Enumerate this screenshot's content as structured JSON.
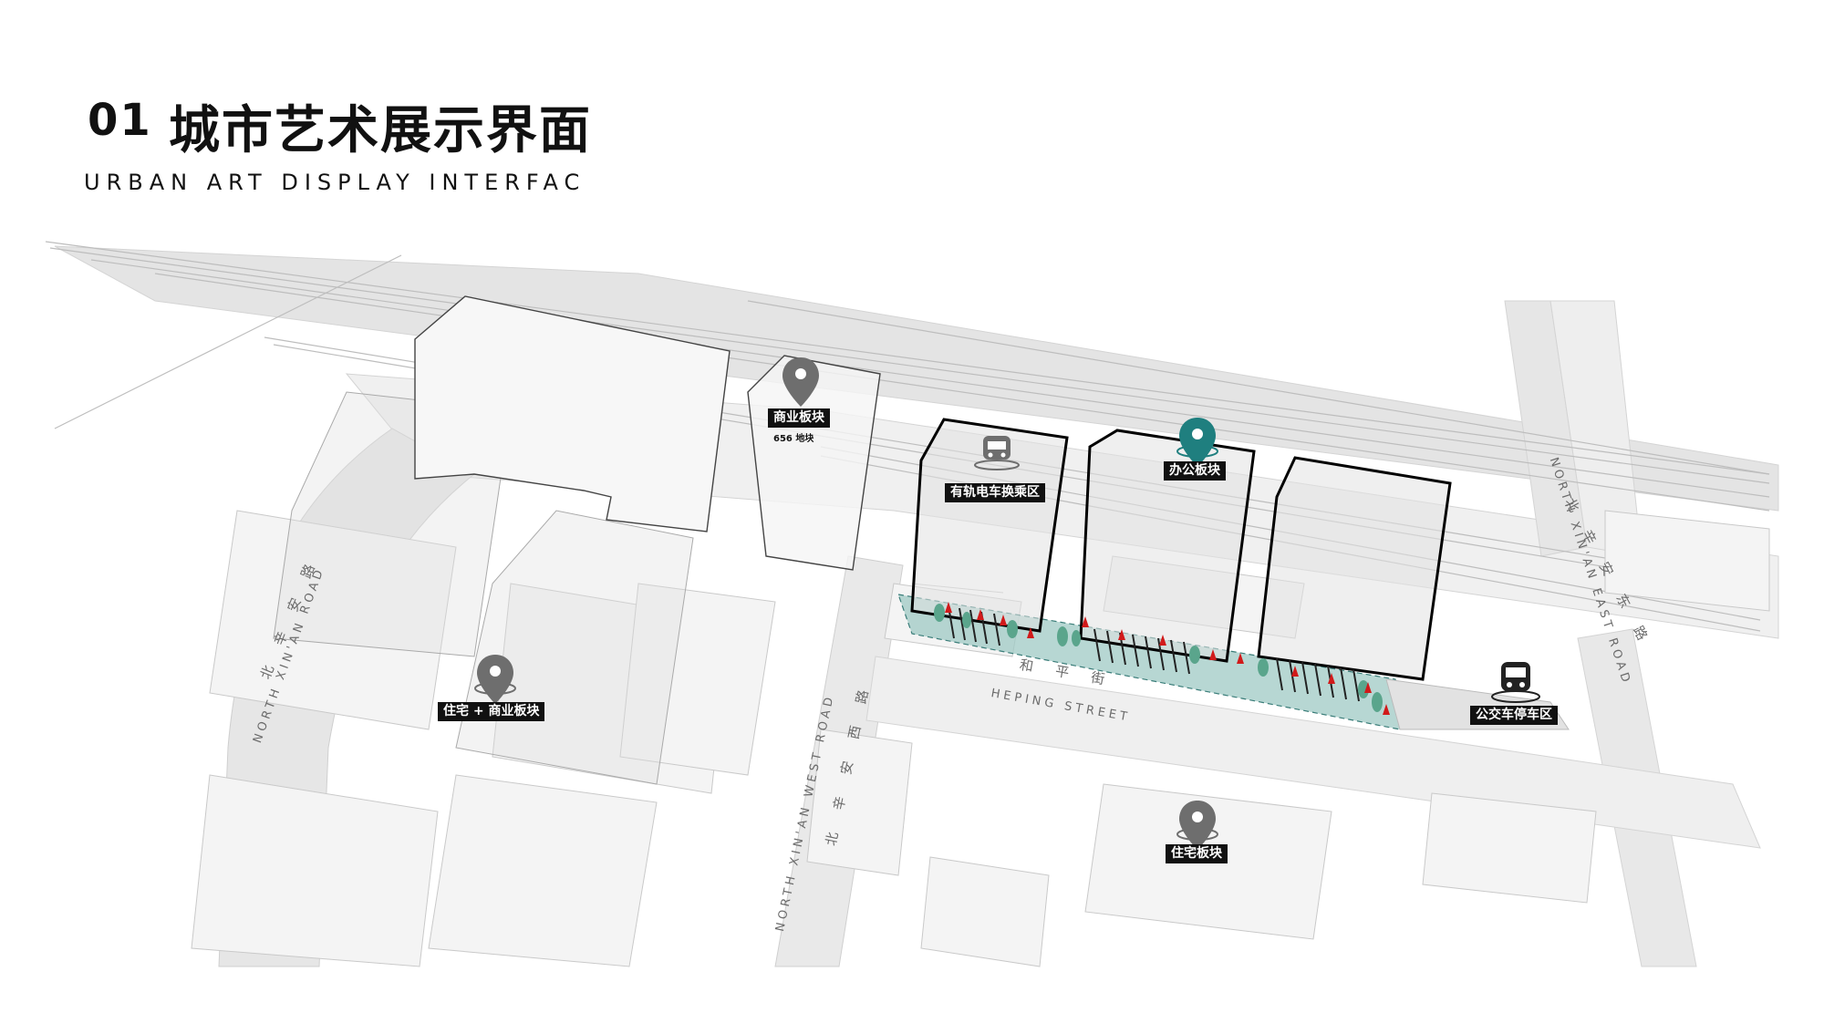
{
  "title": {
    "number": "01",
    "chinese": "城市艺术展示界面",
    "english": "URBAN ART DISPLAY INTERFAC"
  },
  "labels": {
    "commercial": "商业板块",
    "plot_656": "656 地块",
    "tram": "有轨电车换乘区",
    "office": "办公板块",
    "residential_commercial": "住宅 + 商业板块",
    "bus": "公交车停车区",
    "residential": "住宅板块"
  },
  "roads": {
    "west_road_cn": "北 辛 安 路",
    "west_road_en": "NORTH XIN'AN ROAD",
    "west_road2_cn": "北 辛 安 西 路",
    "west_road2_en": "NORTH XIN'AN WEST ROAD",
    "east_road_cn": "北 辛 安 东 路",
    "east_road_en": "NORTH XIN'AN EAST ROAD",
    "street_cn": "和 平 街",
    "street_en": "HEPING STREET"
  },
  "icons": {
    "pin": "location-pin-icon",
    "tram": "tram-icon",
    "bus": "bus-icon"
  },
  "colors": {
    "pin_gray": "#6e6e6e",
    "pin_teal": "#1f7f7f",
    "plaza": "#9fc9c4",
    "tree": "#5aa58c",
    "figure": "#d11a1a"
  }
}
